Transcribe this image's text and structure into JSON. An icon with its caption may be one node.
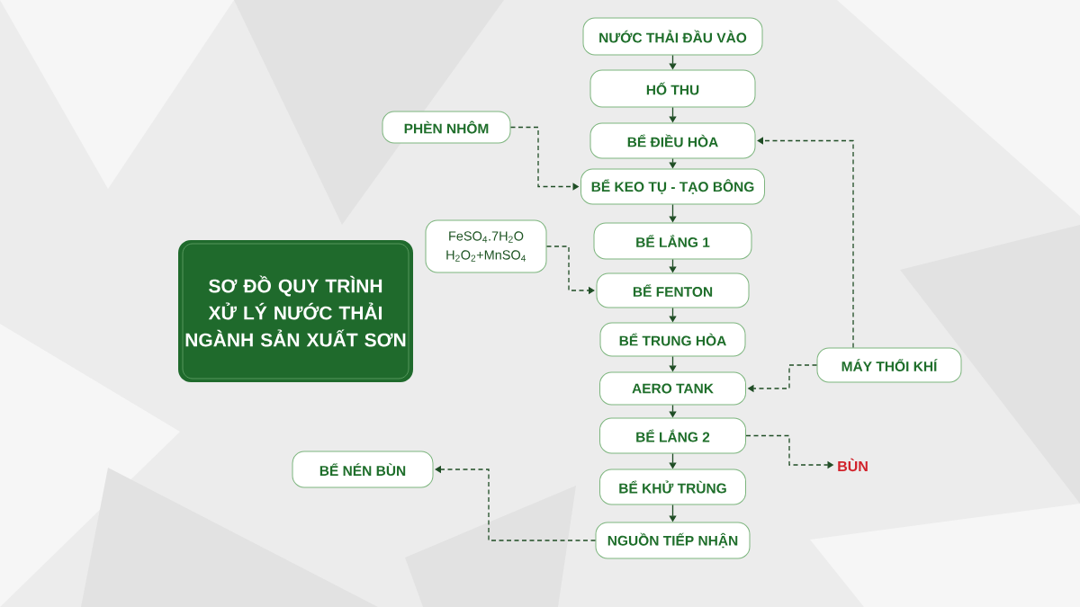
{
  "diagram": {
    "title": "SƠ ĐỒ QUY TRÌNH XỬ LÝ NƯỚC THẢI NGÀNH SẢN XUẤT SƠN",
    "nodes": [
      {
        "text": [
          "NƯỚC THẢI ĐẦU VÀO"
        ]
      },
      {
        "text": [
          "HỐ THU"
        ]
      },
      {
        "text": [
          "PHÈN NHÔM"
        ]
      },
      {
        "text": [
          "BỂ ĐIỀU HÒA"
        ]
      },
      {
        "text": [
          "BỂ KEO TỤ - TẠO BÔNG"
        ]
      },
      {
        "text": [
          "FeSO$_{4}$.7H$_{2}$O",
          "H$_{2}$O$_{2}$+MnSO$_{4}$"
        ]
      },
      {
        "text": [
          "BỂ LẮNG 1"
        ]
      },
      {
        "text": [
          "BỂ FENTON"
        ]
      },
      {
        "text": [
          "BỂ TRUNG HÒA"
        ]
      },
      {
        "text": [
          "MÁY THỔI KHÍ"
        ]
      },
      {
        "text": [
          "AERO TANK"
        ]
      },
      {
        "text": [
          "BỂ LẮNG 2"
        ]
      },
      {
        "text": [
          "BÙN"
        ]
      },
      {
        "text": [
          "BỂ NÉN BÙN"
        ]
      },
      {
        "text": [
          "BỂ KHỬ TRÙNG"
        ]
      },
      {
        "text": [
          "NGUỒN TIẾP NHẬN"
        ]
      }
    ],
    "edges": [
      {
        "from": 0,
        "to": 1,
        "arrow": "to"
      },
      {
        "from": 1,
        "to": 3,
        "arrow": "to"
      },
      {
        "from": 3,
        "to": 4,
        "arrow": "to"
      },
      {
        "from": 4,
        "to": 6,
        "arrow": "to"
      },
      {
        "from": 6,
        "to": 7,
        "arrow": "to"
      },
      {
        "from": 7,
        "to": 8,
        "arrow": "to"
      },
      {
        "from": 8,
        "to": 10,
        "arrow": "to"
      },
      {
        "from": 10,
        "to": 11,
        "arrow": "to"
      },
      {
        "from": 11,
        "to": 14,
        "arrow": "to"
      },
      {
        "from": 14,
        "to": 15,
        "arrow": "to"
      },
      {
        "from": 2,
        "to": 4,
        "arrow": "to",
        "style": "dashed"
      },
      {
        "from": 5,
        "to": 7,
        "arrow": "to",
        "style": "dashed"
      },
      {
        "from": 9,
        "to": 3,
        "arrow": "to",
        "style": "dashed"
      },
      {
        "from": 9,
        "to": 10,
        "arrow": "to",
        "style": "dashed"
      },
      {
        "from": 11,
        "to": 12,
        "arrow": "to",
        "style": "dashed"
      },
      {
        "from": 15,
        "to": 13,
        "arrow": "to",
        "style": "dashed"
      }
    ]
  }
}
